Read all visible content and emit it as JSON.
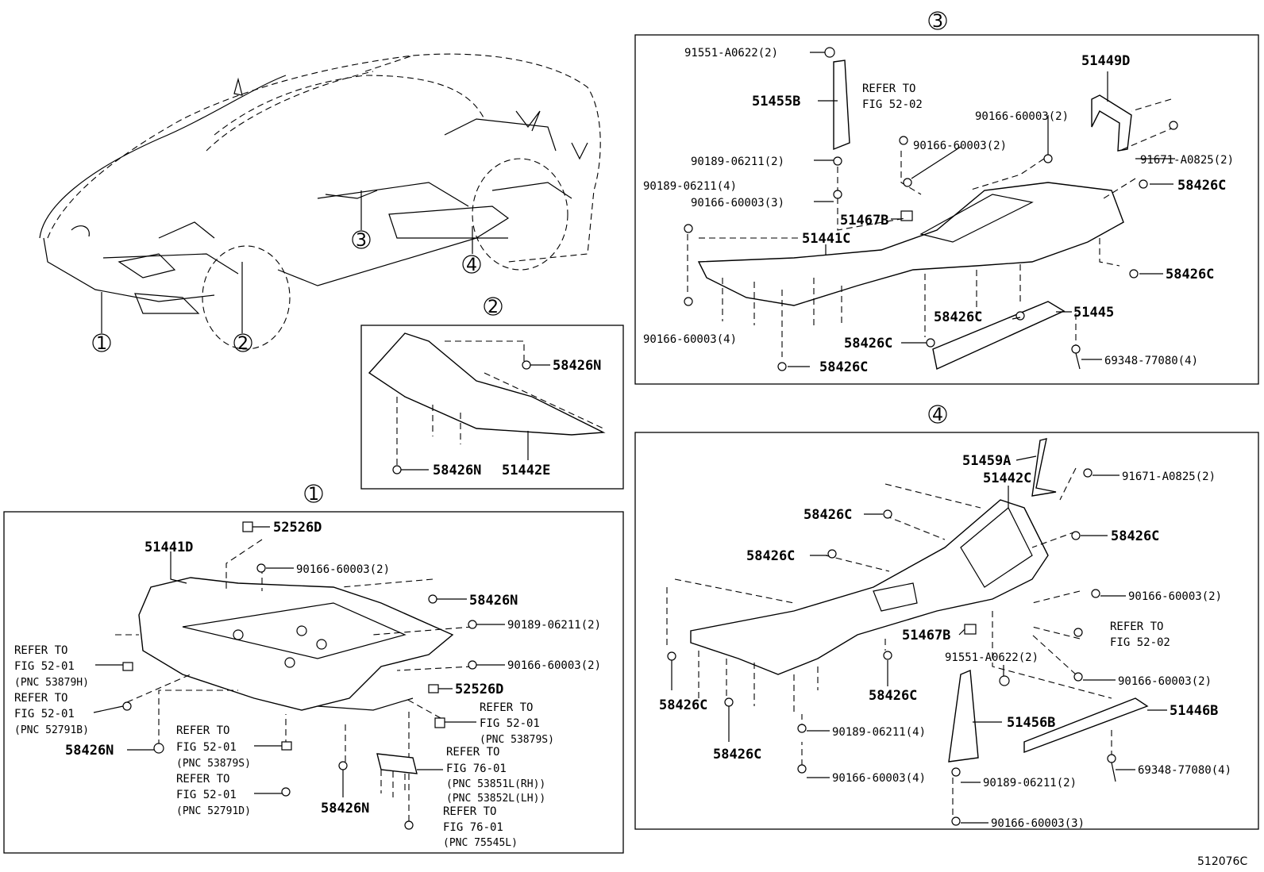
{
  "sections": {
    "s1": "1",
    "s2": "2",
    "s3": "3",
    "s4": "4"
  },
  "diagram_id": "512076C",
  "overview": {
    "c1": "1",
    "c2": "2",
    "c3": "3",
    "c4": "4"
  },
  "panel2": {
    "p58426n_a": "58426N",
    "p58426n_b": "58426N",
    "p51442e": "51442E"
  },
  "panel1": {
    "p52526d_a": "52526D",
    "p51441d": "51441D",
    "p90166_2": "90166-60003(2)",
    "p58426n_a": "58426N",
    "p90189_2": "90189-06211(2)",
    "p90166_2b": "90166-60003(2)",
    "p52526d_b": "52526D",
    "r1a": "REFER TO",
    "r1b": "FIG 52-01",
    "r1c": "(PNC 53879H)",
    "r2a": "REFER TO",
    "r2b": "FIG 52-01",
    "r2c": "(PNC 52791B)",
    "p58426n_b": "58426N",
    "r3a": "REFER TO",
    "r3b": "FIG 52-01",
    "r3c": "(PNC 53879S)",
    "r4a": "REFER TO",
    "r4b": "FIG 52-01",
    "r4c": "(PNC 52791D)",
    "p58426n_c": "58426N",
    "r5a": "REFER TO",
    "r5b": "FIG 52-01",
    "r5c": "(PNC 53879S)",
    "r6a": "REFER TO",
    "r6b": "FIG 76-01",
    "r6c": "(PNC 53851L(RH))",
    "r6d": "(PNC 53852L(LH))",
    "r7a": "REFER TO",
    "r7b": "FIG 76-01",
    "r7c": "(PNC 75545L)"
  },
  "panel3": {
    "p91551": "91551-A0622(2)",
    "p51455b": "51455B",
    "refa": "REFER TO",
    "refb": "FIG 52-02",
    "p51449d": "51449D",
    "p90166_2a": "90166-60003(2)",
    "p90166_2b": "90166-60003(2)",
    "p91671": "91671-A0825(2)",
    "p90189_2": "90189-06211(2)",
    "p90189_4": "90189-06211(4)",
    "p90166_3": "90166-60003(3)",
    "p58426c_a": "58426C",
    "p51467b": "51467B",
    "p51441c": "51441C",
    "p58426c_b": "58426C",
    "p58426c_c": "58426C",
    "p51445": "51445",
    "p90166_4": "90166-60003(4)",
    "p58426c_d": "58426C",
    "p69348": "69348-77080(4)",
    "p58426c_e": "58426C"
  },
  "panel4": {
    "p51459a": "51459A",
    "p91671": "91671-A0825(2)",
    "p51442c": "51442C",
    "p58426c_a": "58426C",
    "p58426c_b": "58426C",
    "p58426c_c": "58426C",
    "p90166_2a": "90166-60003(2)",
    "refa": "REFER TO",
    "refb": "FIG 52-02",
    "p51467b": "51467B",
    "p91551": "91551-A0622(2)",
    "p90166_2b": "90166-60003(2)",
    "p58426c_d": "58426C",
    "p58426c_e": "58426C",
    "p51446b": "51446B",
    "p51456b": "51456B",
    "p90189_4": "90189-06211(4)",
    "p69348": "69348-77080(4)",
    "p58426c_f": "58426C",
    "p90166_4": "90166-60003(4)",
    "p90189_2": "90189-06211(2)",
    "p90166_3": "90166-60003(3)"
  }
}
